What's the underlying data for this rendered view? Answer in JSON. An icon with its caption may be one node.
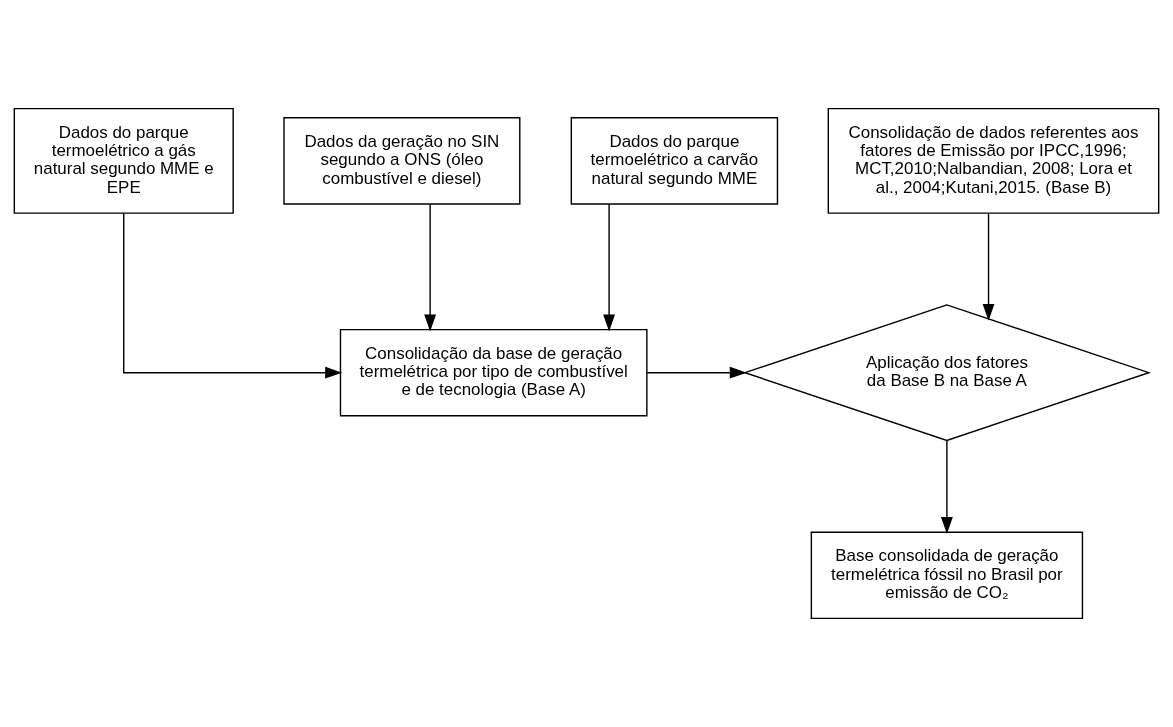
{
  "diagram": {
    "nodes": [
      {
        "text": [
          "Dados do parque termoelétrico a gás natural segundo MME e EPE"
        ]
      },
      {
        "text": [
          "Dados da geração no SIN segundo a ONS (óleo combustível e diesel)"
        ]
      },
      {
        "text": [
          "Dados do parque termoelétrico a carvão natural segundo MME"
        ]
      },
      {
        "text": [
          "Consolidação de dados referentes aos fatores de Emissão por IPCC,1996; MCT,2010;Nalbandian, 2008; Lora et al., 2004;Kutani,2015. (Base B)"
        ]
      },
      {
        "text": [
          "Consolidação da base de geração termelétrica por tipo de combustível e de tecnologia (Base A)"
        ]
      },
      {
        "text": [
          "Aplicação dos fatores da Base B na Base A"
        ]
      },
      {
        "text": [
          "Base consolidada de geração termelétrica fóssil no Brasil por emissão de CO₂"
        ]
      }
    ],
    "edges": [
      {
        "from": 0,
        "to": 4,
        "arrow": "to"
      },
      {
        "from": 1,
        "to": 4,
        "arrow": "to"
      },
      {
        "from": 2,
        "to": 4,
        "arrow": "to"
      },
      {
        "from": 4,
        "to": 5,
        "arrow": "to"
      },
      {
        "from": 3,
        "to": 5,
        "arrow": "to"
      },
      {
        "from": 5,
        "to": 6,
        "arrow": "to"
      }
    ]
  }
}
